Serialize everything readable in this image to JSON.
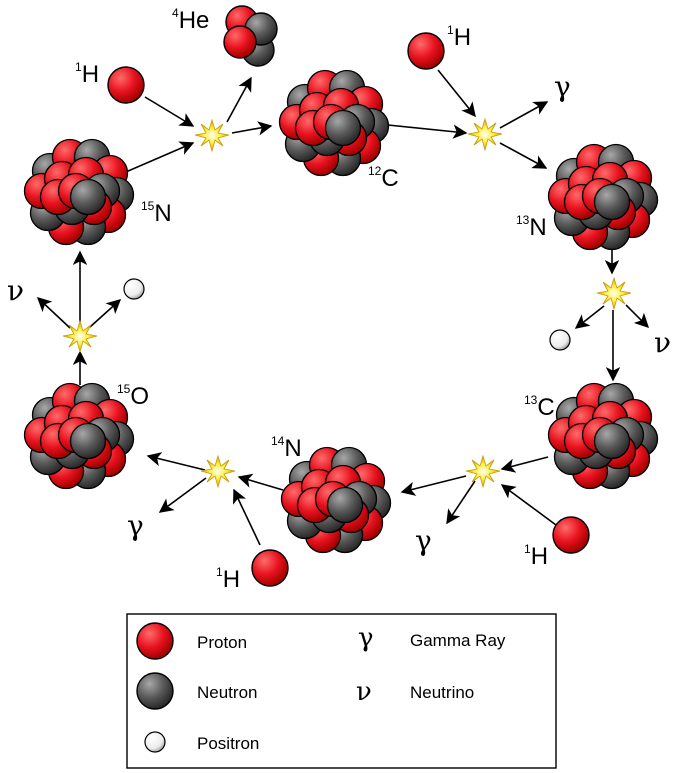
{
  "nuclei": [
    {
      "id": "c12",
      "mass": "12",
      "symbol": "C"
    },
    {
      "id": "n13",
      "mass": "13",
      "symbol": "N"
    },
    {
      "id": "c13",
      "mass": "13",
      "symbol": "C"
    },
    {
      "id": "n14",
      "mass": "14",
      "symbol": "N"
    },
    {
      "id": "o15",
      "mass": "15",
      "symbol": "O"
    },
    {
      "id": "n15",
      "mass": "15",
      "symbol": "N"
    }
  ],
  "particles": {
    "hydrogen": {
      "mass": "1",
      "symbol": "H"
    },
    "helium": {
      "mass": "4",
      "symbol": "He"
    },
    "gamma": "γ",
    "neutrino": "ν"
  },
  "legend": {
    "proton": "Proton",
    "neutron": "Neutron",
    "positron": "Positron",
    "gamma_symbol": "γ",
    "gamma": "Gamma Ray",
    "neutrino_symbol": "ν",
    "neutrino": "Neutrino"
  },
  "colors": {
    "proton": "#e8131f",
    "neutron": "#555555",
    "positron": "#f2f2f2",
    "reaction_star": "#f5d800"
  }
}
